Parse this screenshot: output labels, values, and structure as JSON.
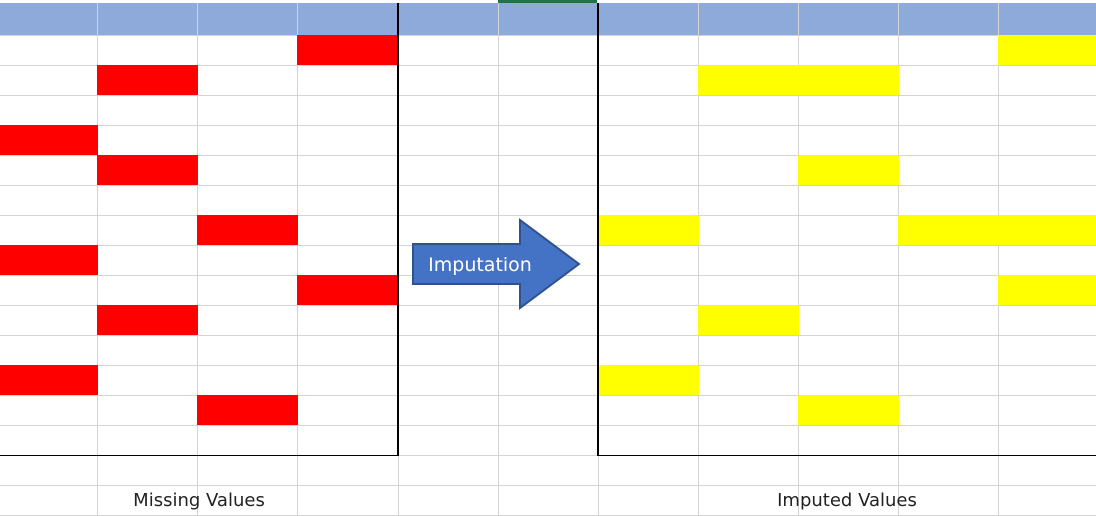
{
  "colors": {
    "header": "#8eaadb",
    "grid": "#d4d4d4",
    "border": "#000000",
    "missing": "#ff0000",
    "imputed": "#ffff00",
    "arrow_fill": "#4472c4",
    "arrow_stroke": "#2f528f",
    "arrow_text": "#ffffff"
  },
  "left_grid": {
    "caption": "Missing Values",
    "marked_cells": [
      [
        0,
        3
      ],
      [
        1,
        1
      ],
      [
        3,
        0
      ],
      [
        4,
        1
      ],
      [
        6,
        2
      ],
      [
        7,
        0
      ],
      [
        8,
        3
      ],
      [
        9,
        1
      ],
      [
        11,
        0
      ],
      [
        12,
        2
      ]
    ]
  },
  "right_grid": {
    "caption": "Imputed Values",
    "marked_cells": [
      [
        0,
        4
      ],
      [
        1,
        1
      ],
      [
        1,
        2
      ],
      [
        4,
        2
      ],
      [
        6,
        0
      ],
      [
        6,
        3
      ],
      [
        6,
        4
      ],
      [
        8,
        4
      ],
      [
        9,
        1
      ],
      [
        11,
        0
      ],
      [
        12,
        2
      ]
    ]
  },
  "arrow": {
    "label": "Imputation",
    "icon": "right-arrow-icon"
  }
}
